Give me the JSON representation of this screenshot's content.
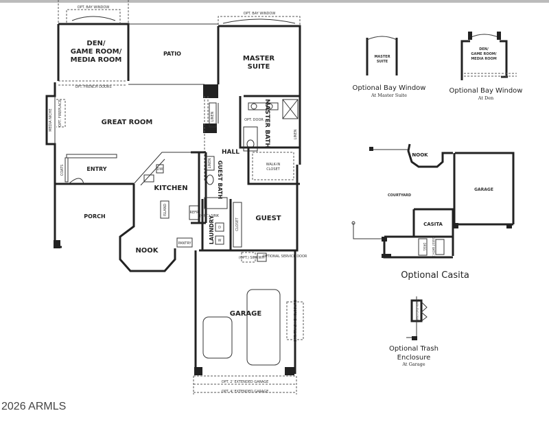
{
  "main_plan": {
    "rooms": {
      "den": [
        "DEN/",
        "GAME ROOM/",
        "MEDIA ROOM"
      ],
      "patio": "PATIO",
      "master_suite": [
        "MASTER",
        "SUITE"
      ],
      "great_room": "GREAT ROOM",
      "entry": "ENTRY",
      "porch": "PORCH",
      "kitchen": "KITCHEN",
      "nook": "NOOK",
      "hall": "HALL",
      "master_bath": "MASTER BATH",
      "walk_in_closet": [
        "WALK-IN",
        "CLOSET"
      ],
      "guest_bath": "GUEST BATH",
      "guest": "GUEST",
      "laundry": "LAUNDRY",
      "garage": "GARAGE"
    },
    "notes": {
      "opt_bay_window_den": "OPT. BAY WINDOW",
      "opt_bay_window_master": "OPT. BAY WINDOW",
      "opt_french_doors": "OPT. FRENCH DOORS",
      "media_niche": "MEDIA NICHE",
      "opt_fireplace": "OPT. FIREPLACE",
      "coats": "COATS",
      "linen1": "LINEN",
      "linen2": "LINEN",
      "linen3": "LINEN",
      "opt_door": "OPT. DOOR",
      "dw": "DW",
      "island": "ISLAND",
      "refr": "REFR",
      "pantry": "PANTRY",
      "opt_sink_laundry": "(OPT.) SINK",
      "dryer": "D",
      "washer": "W",
      "closet": "CLOSET",
      "opt_sink_garage": "(OPT.) SINK",
      "water_heater": "WH",
      "opt_service_door": "OPTIONAL SERVICE DOOR",
      "opt_trash_enclosure": "OPT. TRASH ENCLOSURE",
      "opt_2_extended": "OPT. 2' EXTENDED GARAGE",
      "opt_4_extended": "OPT. 4' EXTENDED GARAGE"
    }
  },
  "options": {
    "bay_master": {
      "room": [
        "MASTER",
        "SUITE"
      ],
      "title": "Optional Bay Window",
      "subtitle": "At Master Suite"
    },
    "bay_den": {
      "room": [
        "DEN/",
        "GAME ROOM/",
        "MEDIA ROOM"
      ],
      "title": "Optional Bay Window",
      "subtitle": "At Den"
    },
    "casita": {
      "title": "Optional Casita",
      "nook": "NOOK",
      "courtyard": "COURTYARD",
      "garage": "GARAGE",
      "casita": "CASITA",
      "dresser": "DRSG.",
      "guest_bath": "GUEST BATH 3"
    },
    "trash": {
      "title": [
        "Optional Trash",
        "Enclosure"
      ],
      "subtitle": "At Garage",
      "label": "TRASH ENCLOSURE"
    }
  },
  "watermark": "2026 ARMLS"
}
